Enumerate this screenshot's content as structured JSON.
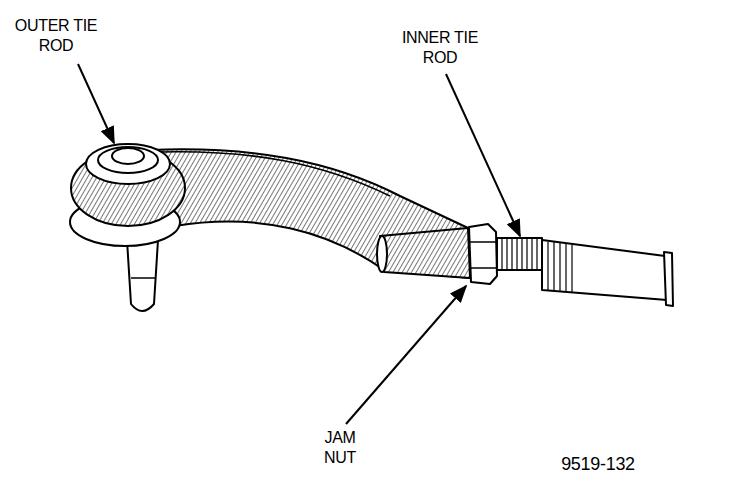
{
  "diagram": {
    "labels": [
      "OUTER TIE ROD",
      "INNER TIE ROD",
      "JAM NUT",
      "9519-132"
    ]
  }
}
